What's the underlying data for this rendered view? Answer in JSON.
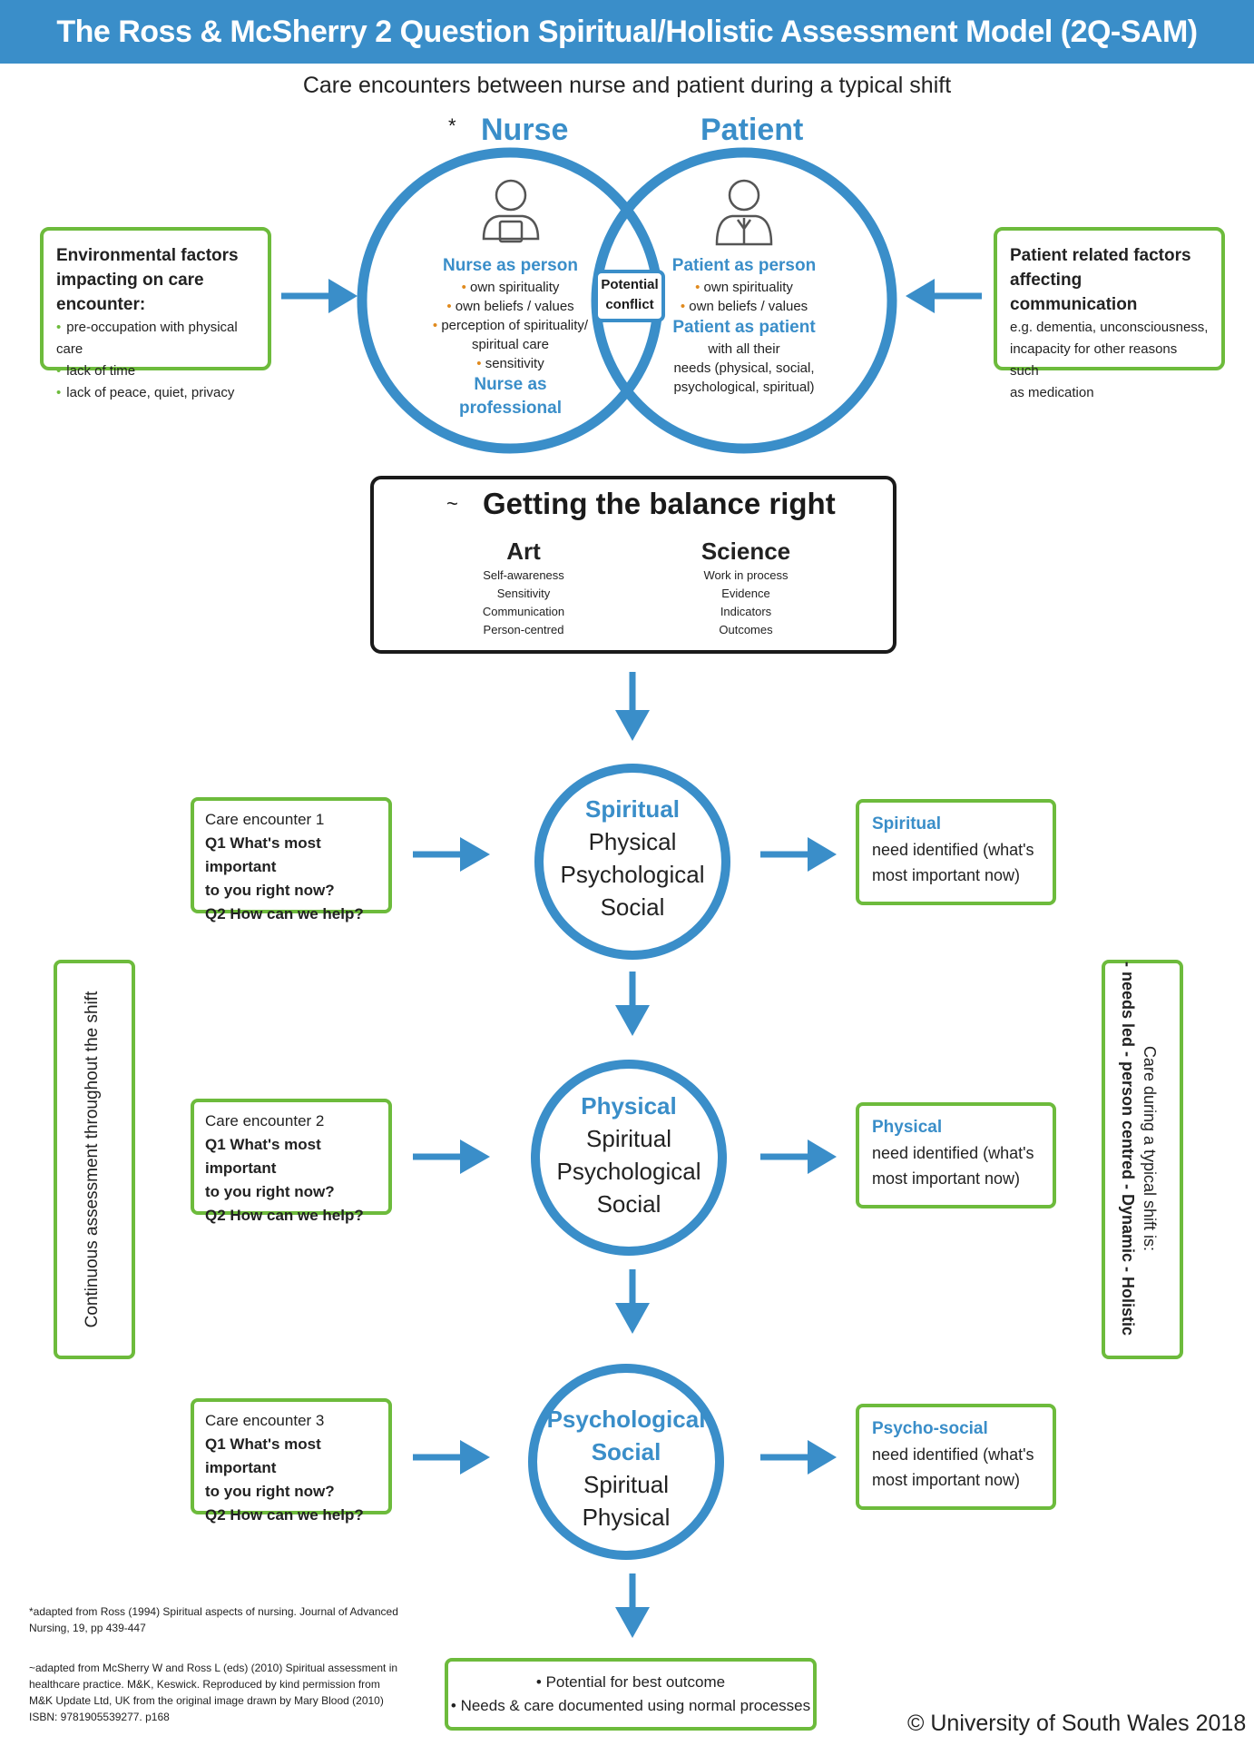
{
  "header": {
    "title": "The Ross & McSherry 2 Question Spiritual/Holistic Assessment Model (2Q-SAM)"
  },
  "subtitle": "Care encounters between nurse and patient during a typical shift",
  "venn": {
    "asterisk": "*",
    "nurse_label": "Nurse",
    "patient_label": "Patient",
    "nurse_as_person": "Nurse as person",
    "nurse_items": [
      "own spirituality",
      "own beliefs / values",
      "perception of spirituality/",
      "spiritual care",
      "sensitivity"
    ],
    "nurse_as_professional": "Nurse as professional",
    "conflict_line1": "Potential",
    "conflict_line2": "conflict",
    "patient_as_person": "Patient as person",
    "patient_items": [
      "own spirituality",
      "own beliefs / values"
    ],
    "patient_as_patient": "Patient as patient",
    "patient_needs": [
      "with all their",
      "needs (physical, social,",
      "psychological, spiritual)"
    ]
  },
  "env_box": {
    "title1": "Environmental factors",
    "title2": "impacting on care encounter:",
    "items": [
      "pre-occupation with physical care",
      "lack of time",
      "lack of peace, quiet, privacy"
    ]
  },
  "patient_box": {
    "title1": "Patient related factors",
    "title2": "affecting communication",
    "lines": [
      "e.g. dementia, unconsciousness,",
      "incapacity for other reasons such",
      "as medication"
    ]
  },
  "balance": {
    "tilde": "~",
    "title": "Getting the balance right",
    "art": "Art",
    "art_items": [
      "Self-awareness",
      "Sensitivity",
      "Communication",
      "Person-centred"
    ],
    "science": "Science",
    "science_items": [
      "Work in process",
      "Evidence",
      "Indicators",
      "Outcomes"
    ]
  },
  "encounters": [
    {
      "label": "Care encounter 1",
      "q1a": "Q1 What's most important",
      "q1b": "to you right now?",
      "q2": "Q2 How can we help?",
      "circle": [
        "Spiritual",
        "Physical",
        "Psychological",
        "Social"
      ],
      "highlight": 1,
      "need_title": "Spiritual",
      "need_l1": "need identified (what's",
      "need_l2": "most important now)"
    },
    {
      "label": "Care encounter 2",
      "q1a": "Q1 What's most important",
      "q1b": "to you right now?",
      "q2": "Q2 How can we help?",
      "circle": [
        "Physical",
        "Spiritual",
        "Psychological",
        "Social"
      ],
      "highlight": 1,
      "need_title": "Physical",
      "need_l1": "need identified (what's",
      "need_l2": "most important now)"
    },
    {
      "label": "Care encounter 3",
      "q1a": "Q1 What's most important",
      "q1b": "to you right now?",
      "q2": "Q2 How can we help?",
      "circle": [
        "Psychological",
        "Social",
        "Spiritual",
        "Physical"
      ],
      "highlight": 2,
      "need_title": "Psycho-social",
      "need_l1": "need identified (what's",
      "need_l2": "most important now)"
    }
  ],
  "left_vertical": "Continuous assessment throughout the shift",
  "right_vertical_1": "Care during a typical shift is:",
  "right_vertical_2": "- needs led - person centred - Dynamic - Holistic",
  "footnotes": {
    "f1_l1": "*adapted from Ross (1994) Spiritual aspects of nursing. Journal of Advanced",
    "f1_l2": "Nursing, 19, pp 439-447",
    "f2_l1": "~adapted from McSherry W and Ross L (eds) (2010) Spiritual assessment in",
    "f2_l2": "healthcare practice. M&K, Keswick. Reproduced by kind permission from",
    "f2_l3": "M&K Update Ltd, UK from the original image drawn by Mary Blood (2010)",
    "f2_l4": "ISBN: 9781905539277. p168"
  },
  "outcome": {
    "l1": "• Potential for best outcome",
    "l2": "• Needs & care documented using normal processes"
  },
  "copyright": "© University of South Wales 2018",
  "colors": {
    "blue": "#3a8ec9",
    "green": "#6dbb3c",
    "orange": "#e08a1e"
  }
}
